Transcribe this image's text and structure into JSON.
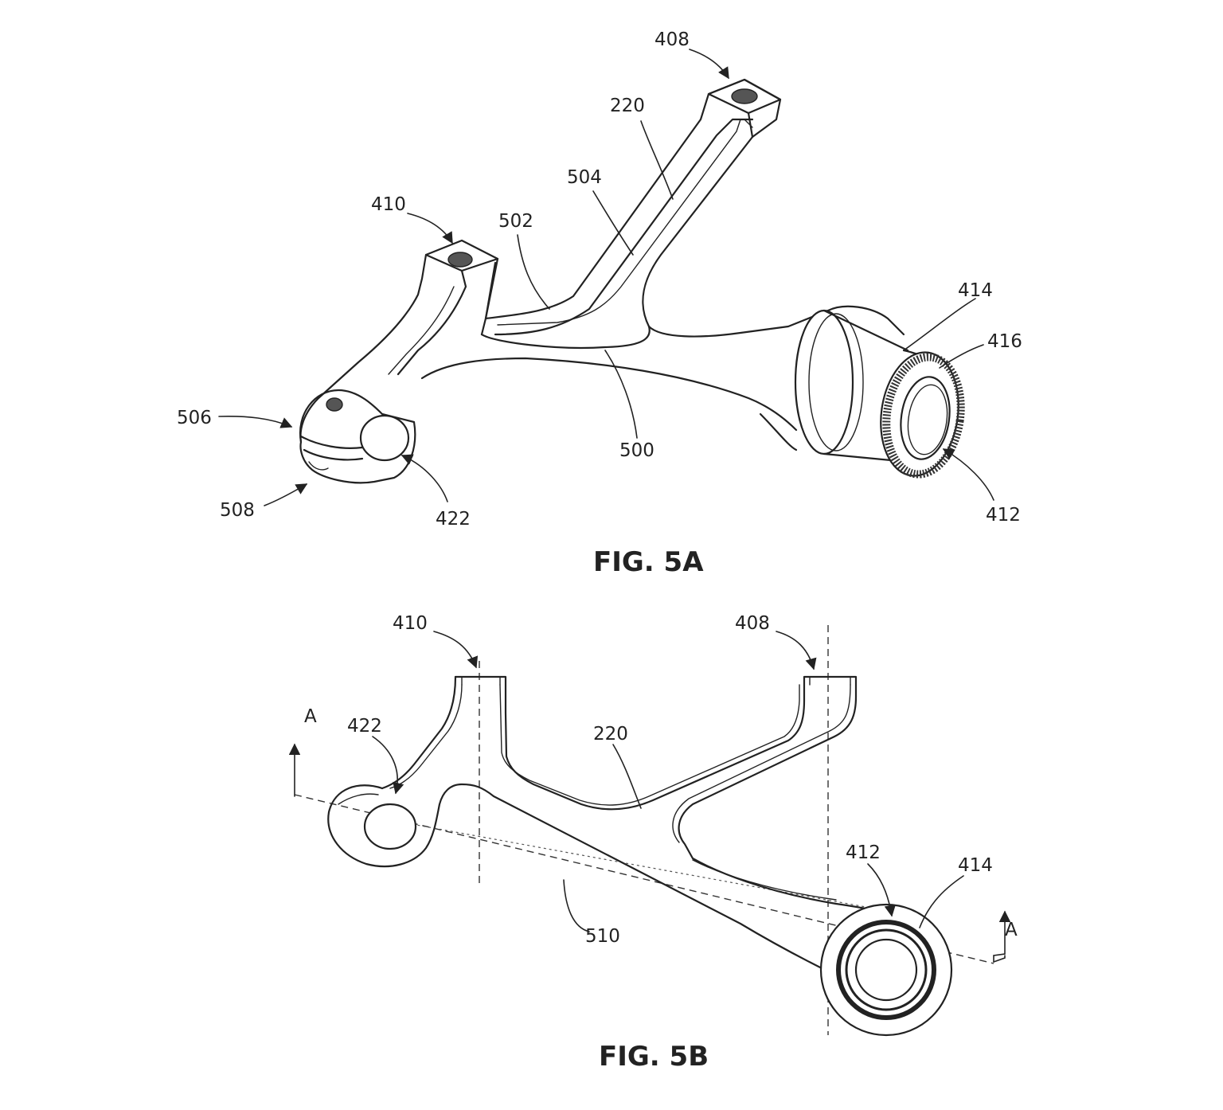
{
  "fig5a": {
    "caption": "FIG. 5A",
    "labels": {
      "l408": "408",
      "l220": "220",
      "l504": "504",
      "l410": "410",
      "l502": "502",
      "l414": "414",
      "l416": "416",
      "l500": "500",
      "l506": "506",
      "l508": "508",
      "l422": "422",
      "l412": "412"
    }
  },
  "fig5b": {
    "caption": "FIG. 5B",
    "labels": {
      "l410": "410",
      "l408": "408",
      "l422": "422",
      "l220": "220",
      "lA1": "A",
      "lA2": "A",
      "l412": "412",
      "l414": "414",
      "l510": "510"
    }
  }
}
